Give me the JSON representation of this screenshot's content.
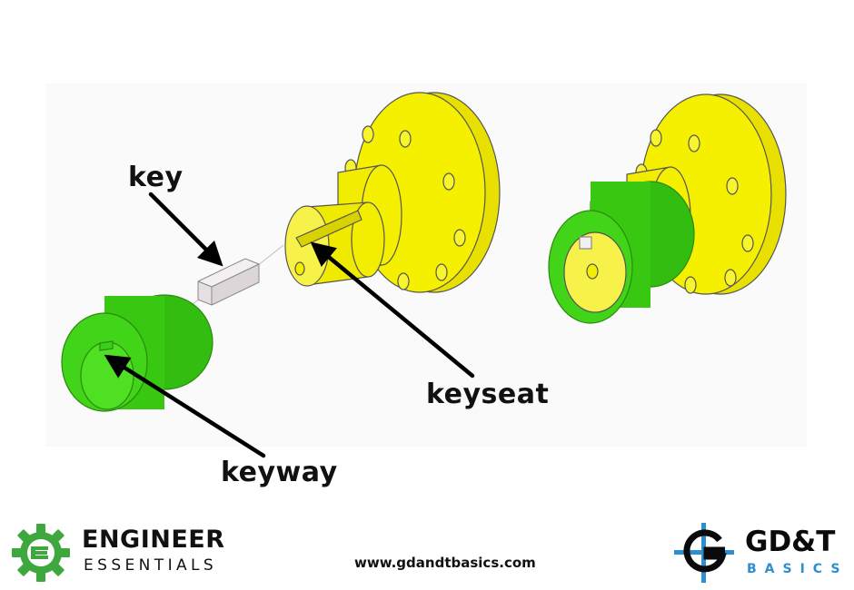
{
  "labels": {
    "key": "key",
    "keyseat": "keyseat",
    "keyway": "keyway"
  },
  "footer": {
    "url": "www.gdandtbasics.com"
  },
  "logos": {
    "engineer_essentials": {
      "line1": "ENGINEER",
      "line2": "ESSENTIALS"
    },
    "gdt_basics": {
      "line1": "GD&T",
      "line2": "BASICS"
    }
  },
  "colors": {
    "shaft_yellow": "#f5f000",
    "hub_green": "#3ccf1a",
    "key_gray": "#ece8ea",
    "outline": "#555555",
    "arrow": "#000000",
    "gdt_blue": "#2e8fd0",
    "ee_green": "#3ea83e"
  }
}
